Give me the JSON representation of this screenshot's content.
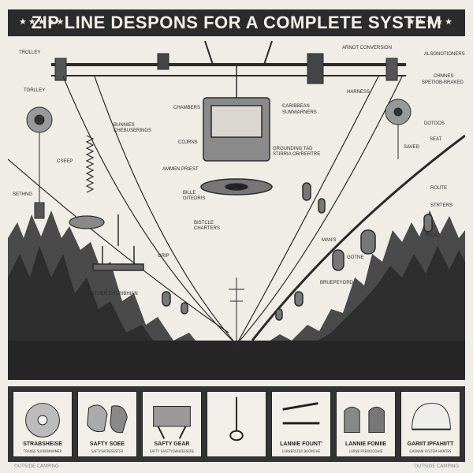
{
  "banner": {
    "title": "ZIP LINE DESPONS FOR A COMPLETE SYSTEM",
    "stars_left": "★★★★★",
    "stars_right": "★★★★★"
  },
  "callouts": {
    "trolley_top": "TROLLEY",
    "trolley_left": "TORLLEY",
    "top_right_1": "ARNOT CONVERSION",
    "top_right_2": "ALSONOTIONERS",
    "top_right_3": "CHNNES",
    "top_right_4": "SPETIOB-BRAKED",
    "caribbean": "CARIBBEAN",
    "chambers": "CHAMBERS",
    "sumwarners": "SUMWARNERS",
    "harness_mid": "HARNESS",
    "bunnies": "BUNNIES",
    "bunnies2": "CHEBUSERINGS",
    "cojrns": "COJRNS",
    "grounding": "GROUNDING TAD",
    "stirria": "STIRRIA OR/RERTRE",
    "dotoos": "DOTOOS",
    "seat": "SEAT",
    "saved": "SAVED",
    "ssep": "CSEEP",
    "sethng": "SETHNG",
    "ammen": "AMMEN PRIEST",
    "bille": "BILLE",
    "bille2": "GITEDRIS",
    "mid_small": "BISTCLE",
    "mid_small2": "CHARTERS",
    "route": "ROUTE",
    "strters": "STRTERS",
    "ricks": "RICKS",
    "mans": "MAN'S",
    "gotne": "GOTNE",
    "gotne2": "BRUEPEYORD",
    "grip": "GRIP",
    "vitner": "VITHER CHARIBHIAN"
  },
  "panels": [
    {
      "label": "STRABSHEISE",
      "sub": "TRANSE SUPERMAMMER"
    },
    {
      "label": "SAFTY SOEE",
      "sub": "SAFTYSAFRESESTER"
    },
    {
      "label": "SAFTY GEAR",
      "sub": "SAFTY SAFETYSWHEEESERE"
    },
    {
      "label": "",
      "sub": ""
    },
    {
      "label": "LANNIE FOUNT'",
      "sub": "LARNERSTER BOOMCHE"
    },
    {
      "label": "LANNIE FOMIIE",
      "sub": "LARNE PREWOODHIE"
    },
    {
      "label": "GARIIT IPFAHIITT",
      "sub": "GARNAM SYSTEM HAMTES"
    }
  ],
  "footer": {
    "left": "OUTSIDE CAMPING",
    "right": "OUTSIDE CAMPING"
  },
  "colors": {
    "ink": "#2b2b2b",
    "paper": "#efede6",
    "banner": "#2b2b2b"
  }
}
